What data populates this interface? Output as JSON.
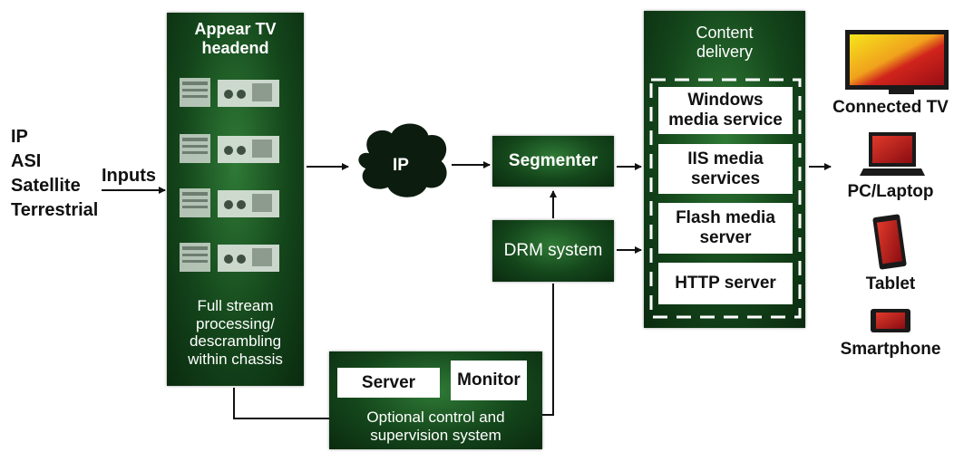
{
  "inputs_list": [
    "IP",
    "ASI",
    "Satellite",
    "Terrestrial"
  ],
  "inputs_arrow_label": "Inputs",
  "headend": {
    "title_line1": "Appear TV",
    "title_line2": "headend",
    "footer_lines": [
      "Full stream",
      "processing/",
      "descrambling",
      "within chassis"
    ]
  },
  "ip_cloud": "IP",
  "segmenter": "Segmenter",
  "drm": "DRM system",
  "control": {
    "server": "Server",
    "monitor": "Monitor",
    "caption_line1": "Optional control and",
    "caption_line2": "supervision system"
  },
  "delivery": {
    "title_line1": "Content",
    "title_line2": "delivery",
    "services": [
      {
        "line1": "Windows",
        "line2": "media service"
      },
      {
        "line1": "IIS media",
        "line2": "services"
      },
      {
        "line1": "Flash media",
        "line2": "server"
      },
      {
        "line1": "HTTP server",
        "line2": ""
      }
    ]
  },
  "devices": [
    "Connected TV",
    "PC/Laptop",
    "Tablet",
    "Smartphone"
  ],
  "colors": {
    "panel_green": "#14461b",
    "accent_green": "#2f7a36",
    "device_red": "#c0141c",
    "device_yellow": "#f2e01a"
  }
}
